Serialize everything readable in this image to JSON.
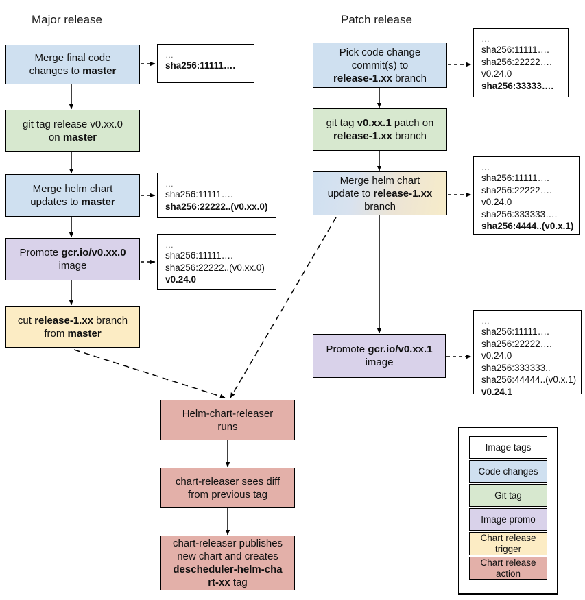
{
  "columns": {
    "major_title": "Major release",
    "patch_title": "Patch release"
  },
  "major_flow": [
    {
      "id": "merge-final-code",
      "kind": "code-changes",
      "lines": [
        "Merge final code",
        "changes to <b>master</b>"
      ]
    },
    {
      "id": "git-tag-release",
      "kind": "git-tag",
      "lines": [
        "git tag release v0.xx.0",
        "on <b>master</b>"
      ]
    },
    {
      "id": "merge-helm-chart",
      "kind": "code-changes",
      "lines": [
        "Merge helm chart",
        "updates to <b>master</b>"
      ]
    },
    {
      "id": "promote-image",
      "kind": "image-promo",
      "lines": [
        "Promote <b>gcr.io/v0.xx.0</b>",
        "image"
      ]
    },
    {
      "id": "cut-release-branch",
      "kind": "chart-release-trigger",
      "lines": [
        "cut <b>release-1.xx</b> branch",
        "from <b>master</b>"
      ]
    }
  ],
  "patch_flow": [
    {
      "id": "pick-code-change",
      "kind": "code-changes",
      "lines": [
        "Pick code change",
        "commit(s) to",
        "<b>release-1.xx</b> branch"
      ]
    },
    {
      "id": "git-tag-patch",
      "kind": "git-tag",
      "lines": [
        "git tag <b>v0.xx.1</b> patch on",
        "<b>release-1.xx</b> branch"
      ]
    },
    {
      "id": "merge-helm-update",
      "kind": "code-changes-and-trigger",
      "lines": [
        "Merge helm chart",
        "update to <b>release-1.xx</b>",
        "branch"
      ]
    },
    {
      "id": "promote-patch-image",
      "kind": "image-promo",
      "lines": [
        "Promote <b>gcr.io/v0.xx.1</b>",
        "image"
      ]
    }
  ],
  "release_flow": [
    {
      "id": "helm-chart-releaser-runs",
      "kind": "chart-release-action",
      "lines": [
        "Helm-chart-releaser",
        "runs"
      ]
    },
    {
      "id": "chart-releaser-sees-diff",
      "kind": "chart-release-action",
      "lines": [
        "chart-releaser sees diff",
        "from previous tag"
      ]
    },
    {
      "id": "chart-releaser-publishes",
      "kind": "chart-release-action",
      "lines": [
        "chart-releaser publishes",
        "new chart and creates",
        "<b>descheduler-helm-cha</b>",
        "<b>rt-xx</b> tag"
      ]
    }
  ],
  "tag_boxes": [
    {
      "id": "tags-after-merge-final-code",
      "entries": [
        {
          "text": "…",
          "bold": false,
          "dots": true
        },
        {
          "text": "sha256:11111….",
          "bold": true
        }
      ]
    },
    {
      "id": "tags-after-merge-helm-chart",
      "entries": [
        {
          "text": "…",
          "bold": false,
          "dots": true
        },
        {
          "text": "sha256:11111….",
          "bold": false
        },
        {
          "text": "sha256:22222..(v0.xx.0)",
          "bold": true
        }
      ]
    },
    {
      "id": "tags-after-promote-image",
      "entries": [
        {
          "text": "…",
          "bold": false,
          "dots": true
        },
        {
          "text": "sha256:11111….",
          "bold": false
        },
        {
          "text": "sha256:22222..(v0.xx.0)",
          "bold": false
        },
        {
          "text": "v0.24.0",
          "bold": true
        }
      ]
    },
    {
      "id": "tags-after-pick-code-change",
      "entries": [
        {
          "text": "…",
          "bold": false,
          "dots": true
        },
        {
          "text": "sha256:11111….",
          "bold": false
        },
        {
          "text": "sha256:22222….",
          "bold": false
        },
        {
          "text": "v0.24.0",
          "bold": false
        },
        {
          "text": "sha256:33333….",
          "bold": true
        }
      ]
    },
    {
      "id": "tags-after-merge-helm-update",
      "entries": [
        {
          "text": "…",
          "bold": false,
          "dots": true
        },
        {
          "text": "sha256:11111….",
          "bold": false
        },
        {
          "text": "sha256:22222….",
          "bold": false
        },
        {
          "text": "v0.24.0",
          "bold": false
        },
        {
          "text": "sha256:333333….",
          "bold": false
        },
        {
          "text": "sha256:4444..(v0.x.1)",
          "bold": true
        }
      ]
    },
    {
      "id": "tags-after-promote-patch-image",
      "entries": [
        {
          "text": "…",
          "bold": false,
          "dots": true
        },
        {
          "text": "sha256:11111….",
          "bold": false
        },
        {
          "text": "sha256:22222….",
          "bold": false
        },
        {
          "text": "v0.24.0",
          "bold": false
        },
        {
          "text": "sha256:333333..",
          "bold": false
        },
        {
          "text": "sha256:44444..(v0.x.1)",
          "bold": false
        },
        {
          "text": "v0.24.1",
          "bold": true
        }
      ]
    }
  ],
  "legend": {
    "items": [
      {
        "label": "Image tags",
        "kind": "image-tags"
      },
      {
        "label": "Code changes",
        "kind": "code-changes"
      },
      {
        "label": "Git tag",
        "kind": "git-tag"
      },
      {
        "label": "Image promo",
        "kind": "image-promo"
      },
      {
        "label": "Chart release trigger",
        "kind": "chart-release-trigger"
      },
      {
        "label": "Chart release action",
        "kind": "chart-release-action"
      }
    ]
  },
  "colors": {
    "code_changes": "#cfe0f0",
    "git_tag": "#d7e8cf",
    "image_promo": "#d9d2ea",
    "chart_release_trigger": "#fcecc4",
    "chart_release_action": "#e3b0a9",
    "image_tags": "#ffffff",
    "stroke": "#000000"
  }
}
